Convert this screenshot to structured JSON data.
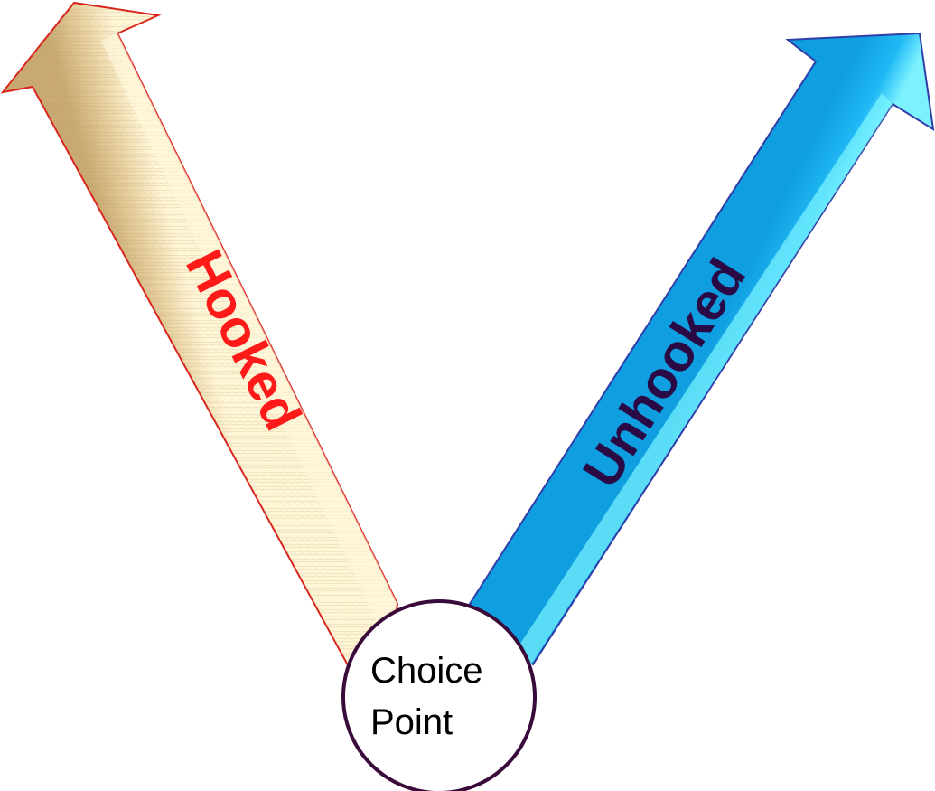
{
  "diagram": {
    "left_arrow": {
      "label": "Hooked",
      "label_color": "#ff1a1a",
      "fill_color": "#e6cc99",
      "highlight_color": "#fff7d6",
      "outline_color": "#d9231c"
    },
    "right_arrow": {
      "label": "Unhooked",
      "label_color": "#2a0a45",
      "fill_color": "#1cb3f2",
      "highlight_color": "#5fe8ff",
      "outline_color": "#2f3ea8"
    },
    "choice_point": {
      "line1": "Choice",
      "line2": "Point",
      "border_color": "#3a0a3a"
    }
  }
}
